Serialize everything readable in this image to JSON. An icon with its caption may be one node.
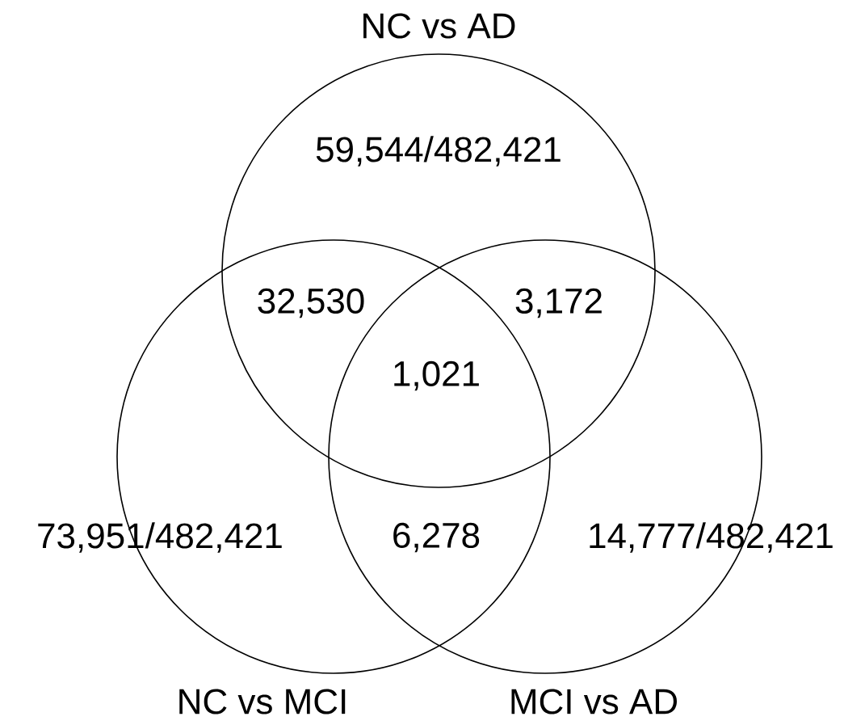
{
  "diagram": {
    "nodes": [
      {
        "text": [
          "NC vs AD",
          "59,544/482,421"
        ]
      },
      {
        "text": [
          "73,951/482,421",
          "NC vs MCI"
        ]
      },
      {
        "text": [
          "14,777/482,421",
          "MCI vs AD"
        ]
      }
    ],
    "labels": [
      "32,530",
      "3,172",
      "1,021",
      "6,278"
    ]
  }
}
